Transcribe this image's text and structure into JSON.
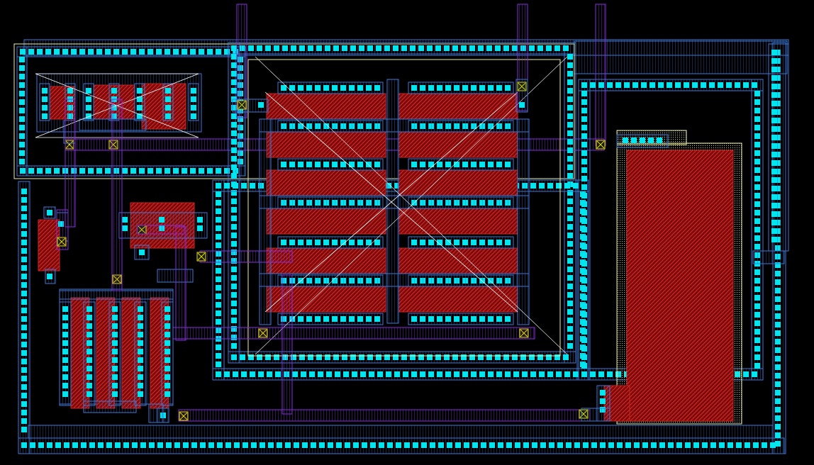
{
  "view": {
    "name": "ic-layout-view",
    "background": "#000000"
  },
  "layers": {
    "diffusion": {
      "color": "#d02020",
      "pattern": "diag-hatch"
    },
    "contact": {
      "color": "#00e5ee",
      "pattern": "solid-square"
    },
    "metal1": {
      "color": "#3c78d8",
      "pattern": "outline-hatch"
    },
    "metal2": {
      "color": "#8a2be2",
      "pattern": "outline-hatch"
    },
    "via": {
      "color": "#e0e000",
      "pattern": "cross-box"
    },
    "nwell": {
      "color": "#f0f0a0",
      "pattern": "dotted-outline"
    },
    "boundary": {
      "color": "#ffffff",
      "pattern": "thin-line"
    }
  },
  "blocks": [
    {
      "name": "transistor-array-top-left"
    },
    {
      "name": "transistor-array-center"
    },
    {
      "name": "transistor-array-bottom-left"
    },
    {
      "name": "small-device-mid-left"
    },
    {
      "name": "capacitor-right"
    },
    {
      "name": "guard-ring-outer"
    }
  ]
}
